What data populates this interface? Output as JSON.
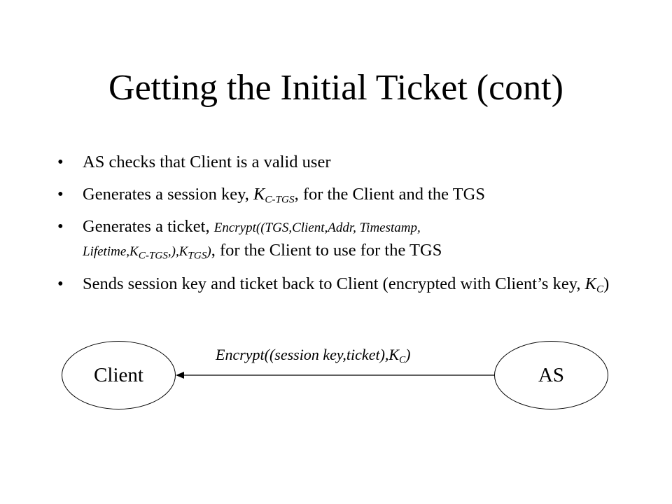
{
  "title": "Getting the Initial Ticket (cont)",
  "bullet_glyph": "•",
  "bullets": {
    "b1": {
      "text": "AS checks that Client is a valid user"
    },
    "b2": {
      "before": "Generates a session key, ",
      "k": "K",
      "k_sub": "C-TGS",
      "after": ", for the Client and the TGS"
    },
    "b3": {
      "before": "Generates a ticket, ",
      "enc_line1": "Encrypt((TGS,Client,Addr, Timestamp,",
      "enc_line2": "Lifetime,K",
      "enc_sub1": "C-TGS",
      "enc_mid": ",),K",
      "enc_sub2": "TGS",
      "enc_close": ")",
      "after": ", for the Client to use for the TGS"
    },
    "b4": {
      "before": "Sends session key and ticket back to Client (encrypted with Client’s key, ",
      "k": "K",
      "k_sub": "C",
      "after": ")"
    }
  },
  "diagram": {
    "client_label": "Client",
    "as_label": "AS",
    "arrow_text": "Encrypt((session key,ticket),K",
    "arrow_sub": "C",
    "arrow_close": ")"
  }
}
